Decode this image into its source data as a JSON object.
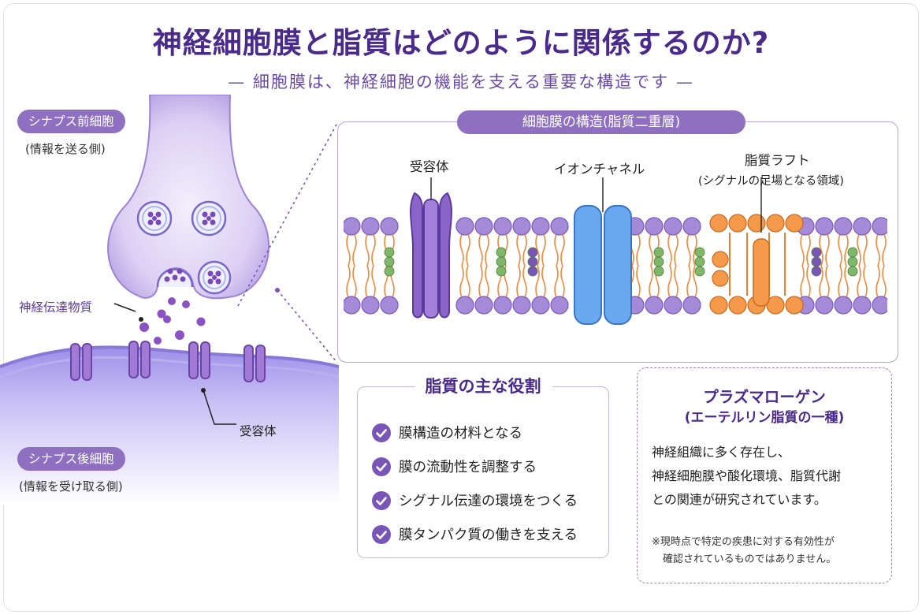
{
  "title": "神経細胞膜と脂質はどのように関係するのか?",
  "subtitle": "— 細胞膜は、神経細胞の機能を支える重要な構造です —",
  "synapse": {
    "pre_label": "シナプス前細胞",
    "pre_note": "(情報を送る側)",
    "neurotransmitter_label": "神経伝達物質",
    "receptor_label": "受容体",
    "post_label": "シナプス後細胞",
    "post_note": "(情報を受け取る側)"
  },
  "membrane": {
    "title": "細胞膜の構造(脂質二重層)",
    "receptor_label": "受容体",
    "ion_channel_label": "イオンチャネル",
    "raft_label": "脂質ラフト",
    "raft_note": "(シグナルの足場となる領域)"
  },
  "lipid_roles": {
    "title": "脂質の主な役割",
    "items": [
      "膜構造の材料となる",
      "膜の流動性を調整する",
      "シグナル伝達の環境をつくる",
      "膜タンパク質の働きを支える"
    ]
  },
  "plasmalogen": {
    "title": "プラズマローゲン",
    "subtitle": "(エーテルリン脂質の一種)",
    "body_lines": [
      "神経組織に多く存在し、",
      "神経細胞膜や酸化環境、脂質代謝",
      "との関連が研究されています。"
    ],
    "note_line1": "※現時点で特定の疾患に対する有効性が",
    "note_line2": "確認されているものではありません。"
  },
  "colors": {
    "title_purple": "#4a2a8a",
    "accent_purple": "#8f6fc0",
    "lipid_head": "#a58ad8",
    "ion_channel": "#6aa8f0",
    "raft": "#f59a4a",
    "cholesterol": "#7fb86a"
  }
}
